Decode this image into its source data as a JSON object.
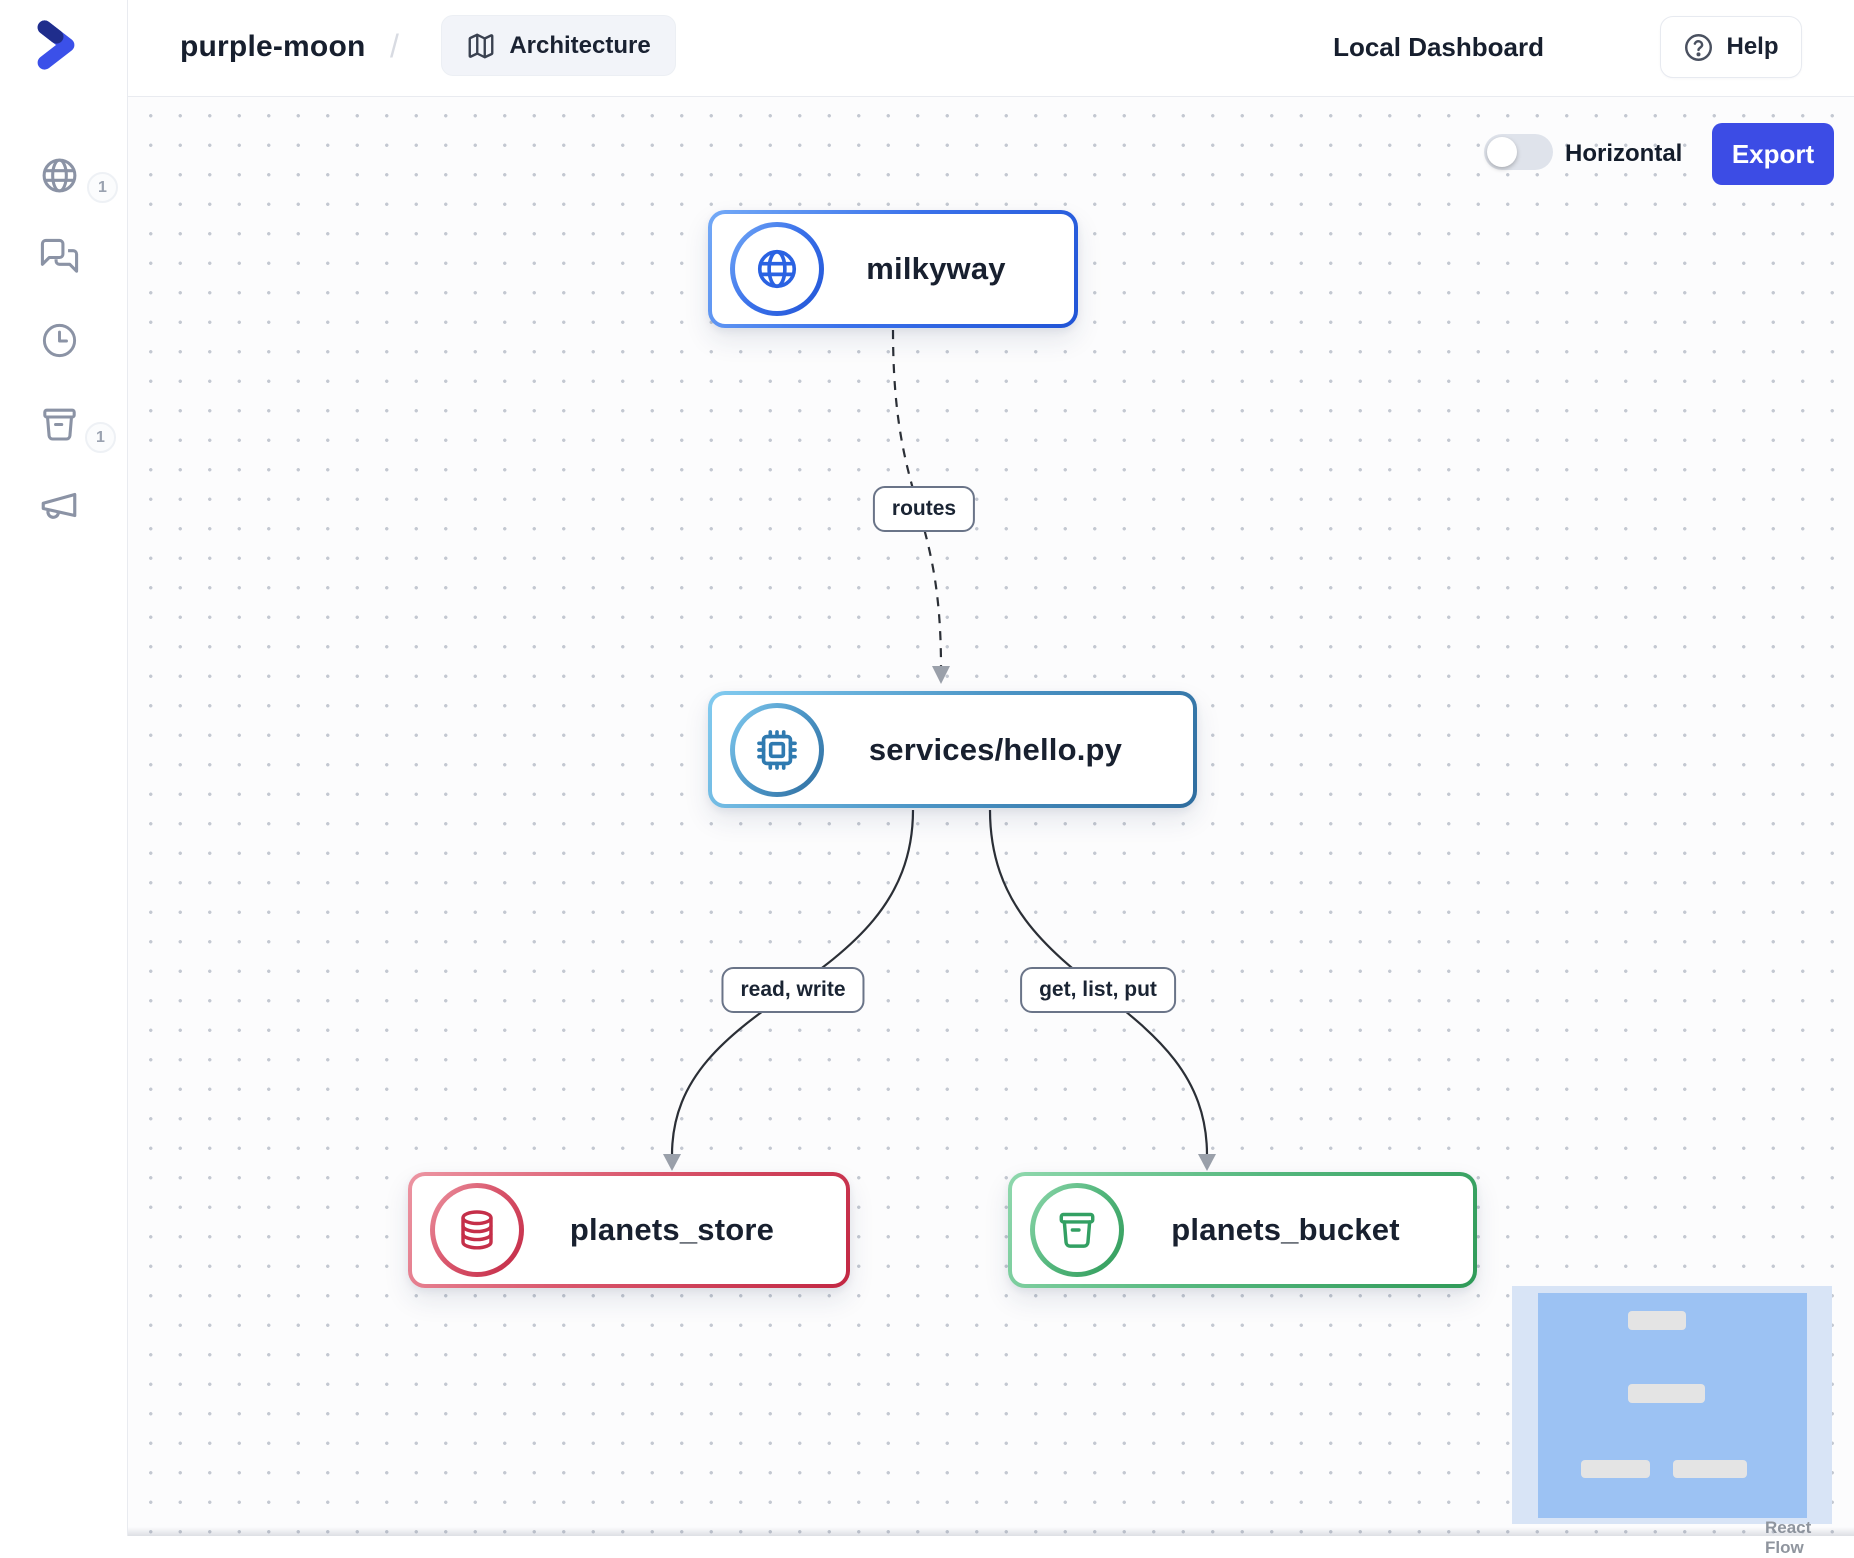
{
  "header": {
    "project_name": "purple-moon",
    "separator": "/",
    "architecture_button": "Architecture",
    "dashboard_title": "Local Dashboard",
    "help_button": "Help"
  },
  "sidebar": {
    "items": [
      {
        "name": "apis",
        "icon": "globe-icon",
        "badge": "1"
      },
      {
        "name": "chat",
        "icon": "chat-icon",
        "badge": ""
      },
      {
        "name": "history",
        "icon": "clock-icon",
        "badge": ""
      },
      {
        "name": "storage",
        "icon": "archive-icon",
        "badge": "1"
      },
      {
        "name": "announcements",
        "icon": "megaphone-icon",
        "badge": ""
      }
    ]
  },
  "toolbar": {
    "horizontal_label": "Horizontal",
    "horizontal_enabled": false,
    "export_label": "Export"
  },
  "diagram": {
    "nodes": [
      {
        "label": "milkyway",
        "icon": "globe-icon",
        "accent_from": "#74aaf7",
        "accent_to": "#2154d6"
      },
      {
        "label": "services/hello.py",
        "icon": "cpu-icon",
        "accent_from": "#82cbf0",
        "accent_to": "#2e6c9e"
      },
      {
        "label": "planets_store",
        "icon": "database-icon",
        "accent_from": "#ec95a2",
        "accent_to": "#c22743"
      },
      {
        "label": "planets_bucket",
        "icon": "bucket-icon",
        "accent_from": "#8fd8ad",
        "accent_to": "#2f9a58"
      }
    ],
    "edges": [
      {
        "from": "milkyway",
        "to": "services/hello.py",
        "label": "routes",
        "style": "dashed"
      },
      {
        "from": "services/hello.py",
        "to": "planets_store",
        "label": "read, write",
        "style": "solid"
      },
      {
        "from": "services/hello.py",
        "to": "planets_bucket",
        "label": "get, list, put",
        "style": "solid"
      }
    ],
    "attribution": "React Flow"
  },
  "colors": {
    "primary_blue": "#3c4ce5",
    "logo_navy": "#1f2d8c",
    "edge_stroke": "#2b2f36",
    "arrowhead": "#9aa0aa",
    "minimap_panel": "#d8e4f6",
    "minimap_viewport": "#9cc2f3",
    "canvas_dot": "#c3c8d1"
  }
}
